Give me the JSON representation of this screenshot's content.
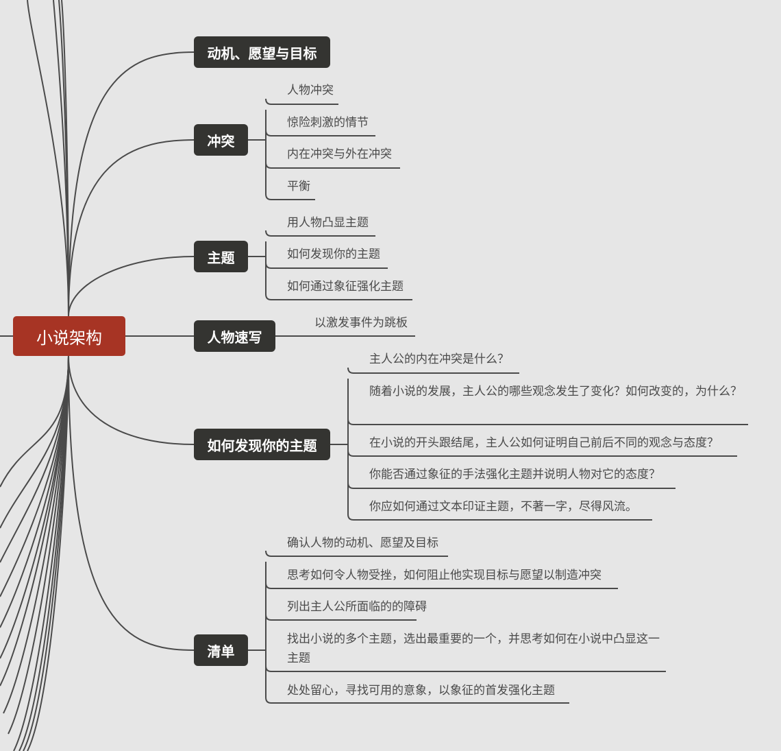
{
  "root": {
    "label": "小说架构",
    "color": "#a73424"
  },
  "branches": [
    {
      "label": "动机、愿望与目标",
      "items": []
    },
    {
      "label": "冲突",
      "items": [
        "人物冲突",
        "惊险刺激的情节",
        "内在冲突与外在冲突",
        "平衡"
      ]
    },
    {
      "label": "主题",
      "items": [
        "用人物凸显主题",
        "如何发现你的主题",
        "如何通过象征强化主题"
      ]
    },
    {
      "label": "人物速写",
      "items": [
        "以激发事件为跳板"
      ]
    },
    {
      "label": "如何发现你的主题",
      "items": [
        "主人公的内在冲突是什么？",
        "随着小说的发展，主人公的哪些观念发生了变化？如何改变的，为什么？",
        "在小说的开头跟结尾，主人公如何证明自己前后不同的观念与态度？",
        "你能否通过象征的手法强化主题并说明人物对它的态度？",
        "你应如何通过文本印证主题，不著一字，尽得风流。"
      ]
    },
    {
      "label": "清单",
      "items": [
        "确认人物的动机、愿望及目标",
        "思考如何令人物受挫，如何阻止他实现目标与愿望以制造冲突",
        "列出主人公所面临的的障碍",
        "找出小说的多个主题，选出最重要的一个，并思考如何在小说中凸显这一主题",
        "处处留心，寻找可用的意象，以象征的首发强化主题"
      ]
    }
  ],
  "colors": {
    "background": "#e6e6e6",
    "branch": "#343431",
    "line": "#4a4a4a",
    "text": "#4a4a4a"
  }
}
